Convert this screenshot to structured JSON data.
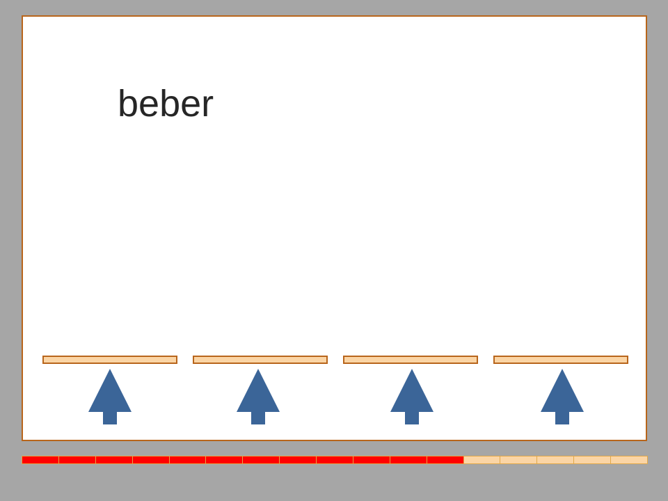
{
  "prompt": {
    "word": "beber"
  },
  "answer_slots": [
    {
      "name": "slot-1"
    },
    {
      "name": "slot-2"
    },
    {
      "name": "slot-3"
    },
    {
      "name": "slot-4"
    }
  ],
  "select_buttons": [
    {
      "icon": "up-arrow-icon"
    },
    {
      "icon": "up-arrow-icon"
    },
    {
      "icon": "up-arrow-icon"
    },
    {
      "icon": "up-arrow-icon"
    }
  ],
  "progress": {
    "completed": 12,
    "total": 17,
    "fraction": 0.706
  },
  "colors": {
    "page_background": "#a6a6a6",
    "card_background": "#ffffff",
    "card_border": "#b8651b",
    "slot_fill": "#fbd5a5",
    "arrow": "#3b6598",
    "progress_done": "#ff0000",
    "progress_remaining": "#fbd5a5"
  }
}
